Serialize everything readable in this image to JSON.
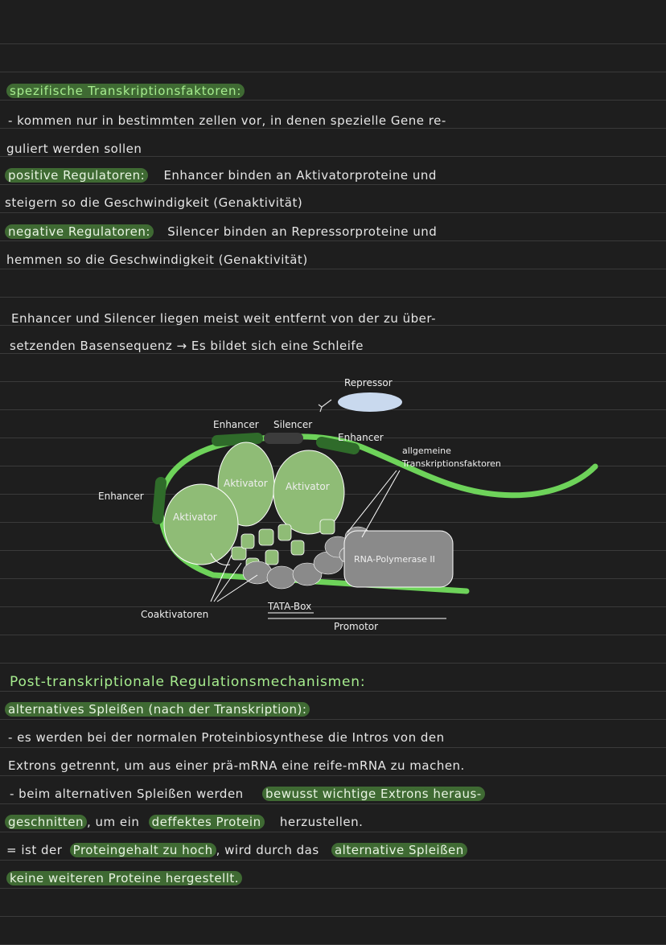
{
  "section1": {
    "heading": "spezifische Transkriptionsfaktoren:",
    "line1": "- kommen   nur    in     bestimmten  zellen  vor,  in  denen  spezielle   Gene   re-",
    "line2": "guliert   werden   sollen",
    "pos_label": "positive Regulatoren:",
    "pos_text": "Enhancer   binden   an   Aktivatorproteine   und",
    "line4": "steigern  so  die   Geschwindigkeit  (Genaktivität)",
    "neg_label": "negative   Regulatoren:",
    "neg_text": "Silencer   binden   an   Repressorproteine      und",
    "line6": "hemmen   so   die   Geschwindigkeit  (Genaktivität)",
    "line7": "Enhancer  und  Silencer  liegen   meist   weit  entfernt   von  der  zu    über-",
    "line8": "setzenden  Basensequenz  →  Es   bildet   sich  eine   Schleife"
  },
  "diagram": {
    "repressor": "Repressor",
    "enhancer_top": "Enhancer",
    "silencer": "Silencer",
    "enhancer_right": "Enhancer",
    "general_tf_1": "allgemeine",
    "general_tf_2": "Transkriptionsfaktoren",
    "aktivator1": "Aktivator",
    "aktivator2": "Aktivator",
    "aktivator3": "Aktivator",
    "enhancer_left": "Enhancer",
    "rna_pol": "RNA-Polymerase II",
    "coaktivatoren": "Coaktivatoren",
    "tata": "TATA-Box",
    "promotor": "Promotor"
  },
  "section2": {
    "heading": "Post-transkriptionale   Regulationsmechanismen:",
    "sub": "alternatives Spleißen (nach der Transkription):",
    "l1": "- es  werden  bei der normalen  Proteinbiosynthese  die   Intros  von  den",
    "l2": "Extrons  getrennt,  um  aus  einer  prä-mRNA  eine  reife-mRNA  zu  machen.",
    "l3a": "- beim  alternativen  Spleißen  werden",
    "l3b": "bewusst  wichtige  Extrons  heraus-",
    "l4a": "geschnitten",
    "l4b": ",  um   ein",
    "l4c": "deffektes  Protein",
    "l4d": "herzustellen.",
    "l5a": "= ist  der",
    "l5b": "Proteingehalt  zu  hoch",
    "l5c": ",  wird  durch  das",
    "l5d": "alternative  Spleißen",
    "l6": "keine  weiteren   Proteine  hergestellt."
  },
  "colors": {
    "background": "#1e1e1e",
    "highlight": "#3f6a33",
    "dna": "#6ed35a",
    "protein": "#8fbc76",
    "repressor": "#c9d9ee"
  }
}
